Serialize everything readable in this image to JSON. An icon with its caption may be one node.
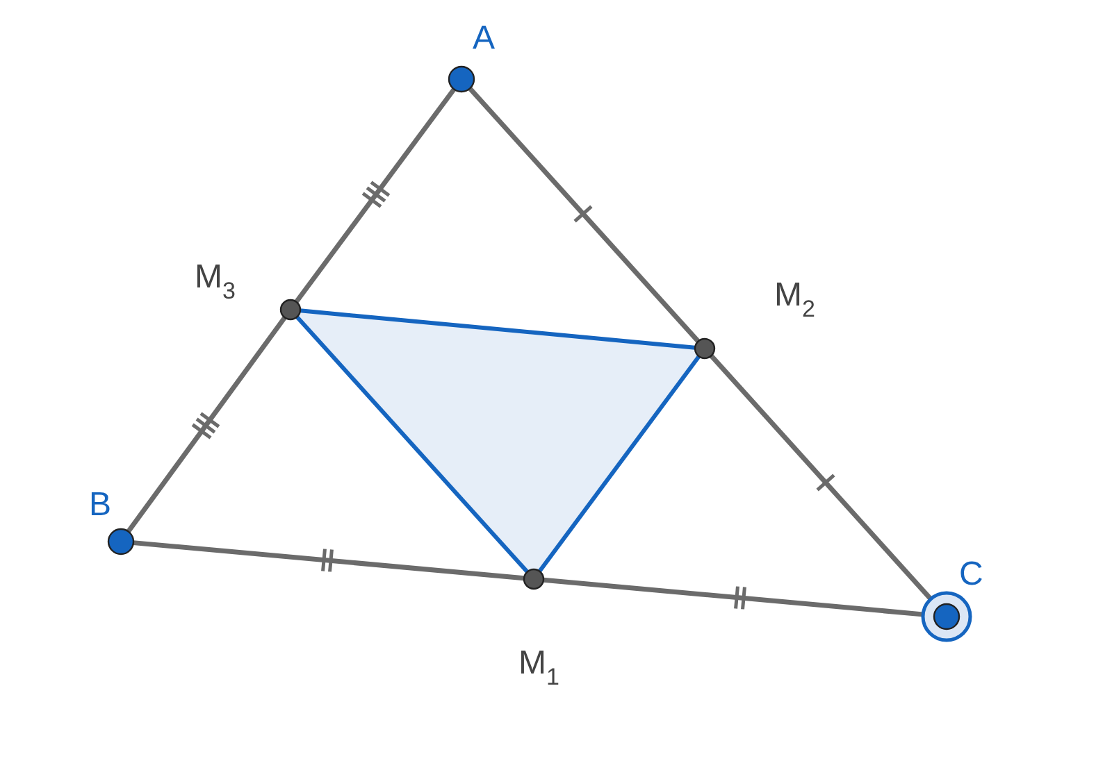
{
  "diagram": {
    "nodes": [
      {
        "text": [
          "A"
        ]
      },
      {
        "text": [
          "M$_{3}$"
        ]
      },
      {
        "text": [
          "M$_{2}$"
        ]
      },
      {
        "text": [
          "B"
        ]
      },
      {
        "text": [
          "M$_{1}$"
        ]
      },
      {
        "text": [
          "C"
        ]
      }
    ],
    "edges": [
      {
        "from": 0,
        "to": 1,
        "arrow": "none"
      },
      {
        "from": 1,
        "to": 3,
        "arrow": "none"
      },
      {
        "from": 3,
        "to": 4,
        "arrow": "none"
      },
      {
        "from": 4,
        "to": 5,
        "arrow": "none"
      },
      {
        "from": 5,
        "to": 2,
        "arrow": "none"
      },
      {
        "from": 2,
        "to": 0,
        "arrow": "none"
      },
      {
        "from": 1,
        "to": 2,
        "arrow": "none",
        "color": "#1565c0"
      },
      {
        "from": 2,
        "to": 4,
        "arrow": "none",
        "color": "#1565c0"
      },
      {
        "from": 4,
        "to": 1,
        "arrow": "none",
        "color": "#1565c0"
      }
    ]
  }
}
